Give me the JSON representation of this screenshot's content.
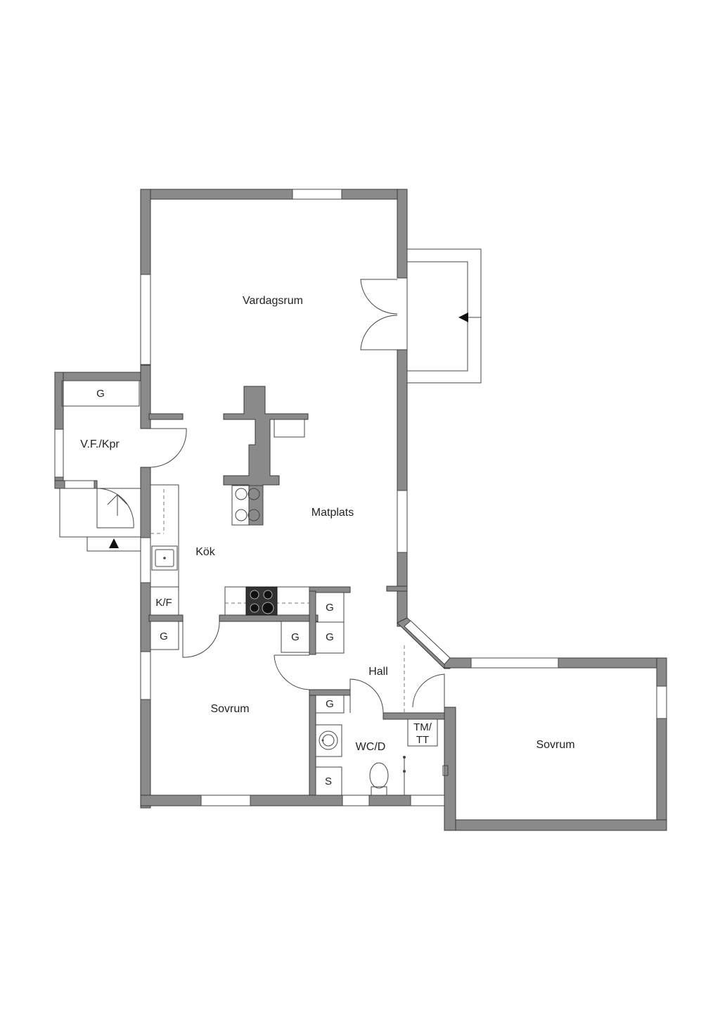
{
  "rooms": {
    "living": "Vardagsrum",
    "dining": "Matplats",
    "kitchen": "Kök",
    "entry": "V.F./Kpr",
    "hall": "Hall",
    "bedroom_left": "Sovrum",
    "bedroom_right": "Sovrum",
    "bath": "WC/D"
  },
  "fixtures": {
    "wardrobe": "G",
    "fridge_freezer": "K/F",
    "washer_line1": "TM/",
    "washer_line2": "TT",
    "storage": "S"
  },
  "colors": {
    "wall": "#8a8a8a",
    "line": "#444444",
    "background": "#ffffff"
  },
  "icons": [
    "entry-arrow-icon",
    "stove-icon",
    "sink-icon",
    "toilet-icon",
    "washbasin-icon"
  ]
}
